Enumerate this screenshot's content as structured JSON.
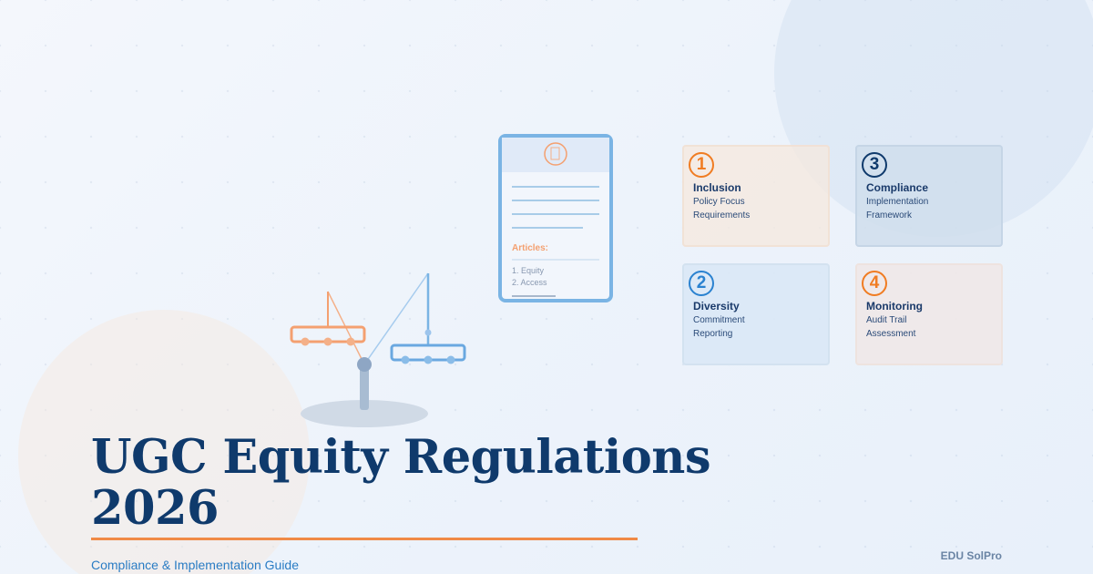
{
  "hero": {
    "title_line1": "UGC Equity Regulations",
    "title_line2": "2026",
    "subtitle": "Compliance & Implementation Guide",
    "brand": "EDU SolPro"
  },
  "document_illustration": {
    "heading": "Articles:",
    "items": [
      "1. Equity",
      "2. Access"
    ],
    "icon": "document-icon"
  },
  "scale_illustration": {
    "icon": "balance-scale-icon"
  },
  "cards": [
    {
      "number": "1",
      "title": "Inclusion",
      "lines": [
        "Policy Focus",
        "Requirements"
      ],
      "accent": "#f07c22"
    },
    {
      "number": "3",
      "title": "Compliance",
      "lines": [
        "Implementation",
        "Framework"
      ],
      "accent": "#0f3a6c"
    },
    {
      "number": "2",
      "title": "Diversity",
      "lines": [
        "Commitment",
        "Reporting"
      ],
      "accent": "#2a82d0"
    },
    {
      "number": "4",
      "title": "Monitoring",
      "lines": [
        "Audit Trail",
        "Assessment"
      ],
      "accent": "#f07c22"
    }
  ],
  "colors": {
    "primary_navy": "#0f3a6c",
    "accent_orange": "#f08a46",
    "accent_blue": "#2a7cc4",
    "illustration_blue": "#7ab4e4"
  }
}
